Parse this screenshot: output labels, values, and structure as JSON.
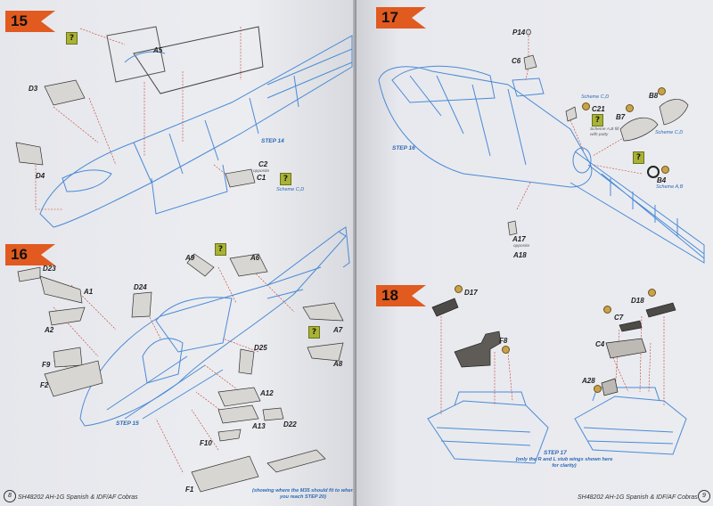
{
  "document": {
    "left_page": {
      "footer_code": "SH48202 AH-1G Spanish & IDF/AF Cobras",
      "page_number": "8",
      "steps": [
        {
          "number": "15",
          "parts": [
            "A5",
            "D3",
            "D4",
            "C2",
            "C1"
          ],
          "text": {
            "c2_opposite": "opposite",
            "scheme": "Scheme C,D",
            "step_ref": "STEP 14"
          }
        },
        {
          "number": "16",
          "parts": [
            "D23",
            "A1",
            "A2",
            "F9",
            "F2",
            "D24",
            "A9",
            "A6",
            "A7",
            "A8",
            "D25",
            "A12",
            "A13",
            "D22",
            "F10",
            "F1"
          ],
          "text": {
            "step_ref": "STEP 15",
            "m35_note": "(showing where the M35 should fit to when you reach STEP 20)"
          }
        }
      ]
    },
    "right_page": {
      "footer_code": "SH48202 AH-1G Spanish & IDF/AF Cobras",
      "page_number": "9",
      "steps": [
        {
          "number": "17",
          "parts": [
            "P14",
            "C6",
            "C21",
            "B8",
            "B7",
            "B4",
            "A17",
            "A18"
          ],
          "text": {
            "scheme_cd_top": "Scheme C,D",
            "scheme_ab_fill": "Scheme A,B fill with putty",
            "scheme_cd_b7": "Scheme C,D",
            "scheme_ab_b4": "Scheme A,B",
            "a17_opposite": "opposite",
            "step_ref": "STEP 16"
          }
        },
        {
          "number": "18",
          "parts": [
            "D17",
            "F8",
            "D18",
            "C7",
            "C4",
            "A28"
          ],
          "text": {
            "step_ref": "STEP 17",
            "stub_note": "(only the R and L stub wings shown here for clarity)"
          }
        }
      ]
    },
    "icons": {
      "optional_part": "question-mark-icon",
      "glue": "glue-drop-icon",
      "step_banner": "step-flag-icon"
    },
    "colors": {
      "line_art": "#4a8ad6",
      "step_flag": "#e15a1f",
      "labels": "#222222",
      "question_box": "#a8b236"
    }
  }
}
